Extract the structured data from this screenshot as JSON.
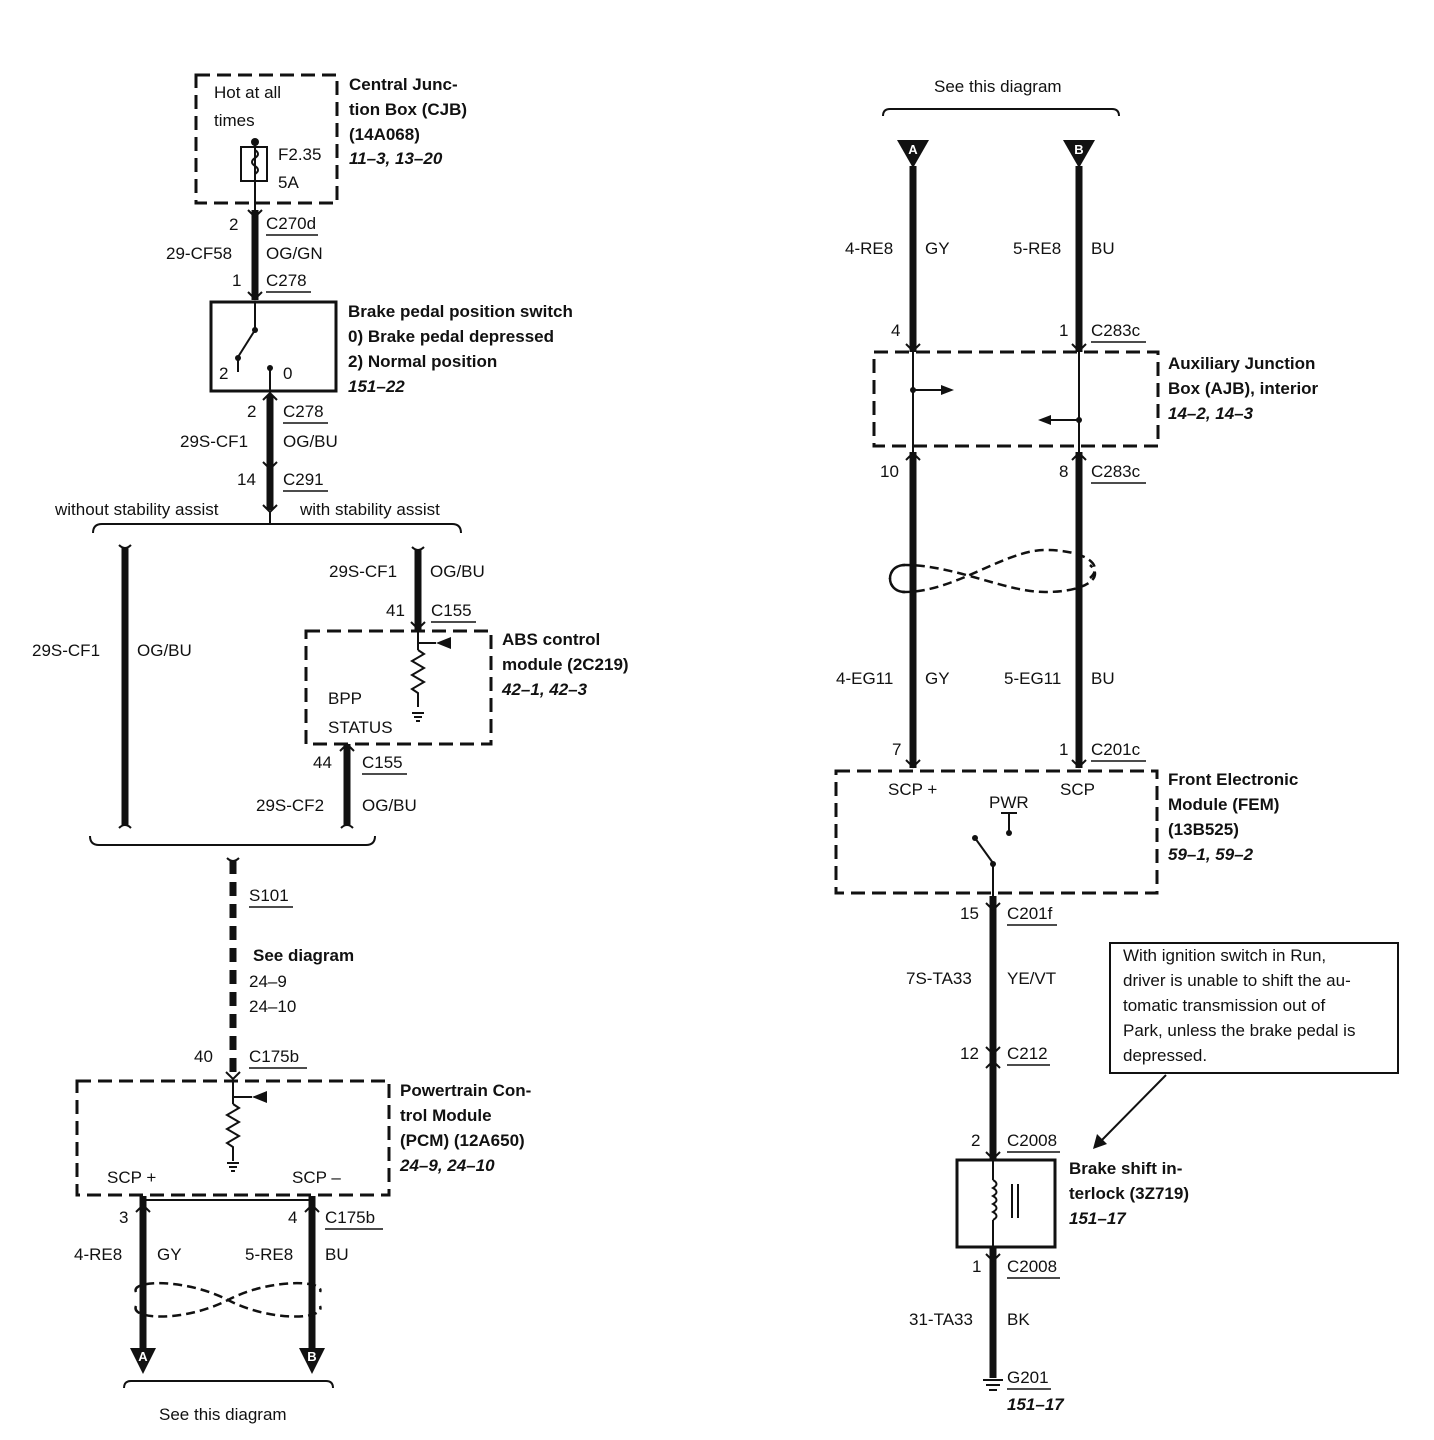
{
  "cjb": {
    "title1": "Central Junc-",
    "title2": "tion Box (CJB)",
    "part": "(14A068)",
    "ref": "11–3, 13–20",
    "hot1": "Hot at all",
    "hot2": "times",
    "fuse": "F2.35",
    "amps": "5A"
  },
  "c270d": {
    "pin": "2",
    "name": "C270d"
  },
  "wire_cf58": {
    "circuit": "29-CF58",
    "color": "OG/GN"
  },
  "c278_top": {
    "pin": "1",
    "name": "C278"
  },
  "bpp_switch": {
    "title": "Brake pedal position switch",
    "state0": "0)   Brake pedal depressed",
    "state2": "2)   Normal position",
    "ref": "151–22",
    "pos2": "2",
    "pos0": "0"
  },
  "c278_bot": {
    "pin": "2",
    "name": "C278"
  },
  "wire_cf1_a": {
    "circuit": "29S-CF1",
    "color": "OG/BU"
  },
  "c291": {
    "pin": "14",
    "name": "C291"
  },
  "branch": {
    "without": "without stability assist",
    "with": "with stability assist"
  },
  "wire_cf1_left": {
    "circuit": "29S-CF1",
    "color": "OG/BU"
  },
  "wire_cf1_right": {
    "circuit": "29S-CF1",
    "color": "OG/BU"
  },
  "c155_top": {
    "pin": "41",
    "name": "C155"
  },
  "abs": {
    "title1": "ABS control",
    "title2": "module (2C219)",
    "ref": "42–1, 42–3",
    "bpp1": "BPP",
    "bpp2": "STATUS"
  },
  "c155_bot": {
    "pin": "44",
    "name": "C155"
  },
  "wire_cf2": {
    "circuit": "29S-CF2",
    "color": "OG/BU"
  },
  "s101": {
    "name": "S101",
    "see": "See diagram",
    "ref1": "24–9",
    "ref2": "24–10"
  },
  "c175b_top": {
    "pin": "40",
    "name": "C175b"
  },
  "pcm": {
    "title1": "Powertrain Con-",
    "title2": "trol Module",
    "title3": "(PCM) (12A650)",
    "ref": "24–9, 24–10",
    "scp_plus": "SCP +",
    "scp_minus": "SCP –"
  },
  "c175b_bot": {
    "pin3": "3",
    "pin4": "4",
    "name": "C175b"
  },
  "wire_re8_left": {
    "a_circuit": "4-RE8",
    "a_color": "GY",
    "b_circuit": "5-RE8",
    "b_color": "BU"
  },
  "bottom_left": {
    "a": "A",
    "b": "B",
    "see": "See this diagram"
  },
  "top_right": {
    "see": "See this diagram",
    "a": "A",
    "b": "B"
  },
  "wire_re8_right": {
    "a_circuit": "4-RE8",
    "a_color": "GY",
    "b_circuit": "5-RE8",
    "b_color": "BU"
  },
  "c283c_top": {
    "pin4": "4",
    "pin1": "1",
    "name": "C283c"
  },
  "ajb": {
    "title1": "Auxiliary Junction",
    "title2": "Box (AJB), interior",
    "ref": "14–2, 14–3"
  },
  "c283c_bot": {
    "pin10": "10",
    "pin8": "8",
    "name": "C283c"
  },
  "wire_eg11": {
    "a_circuit": "4-EG11",
    "a_color": "GY",
    "b_circuit": "5-EG11",
    "b_color": "BU"
  },
  "c201c": {
    "pin7": "7",
    "pin1": "1",
    "name": "C201c"
  },
  "fem": {
    "title1": "Front Electronic",
    "title2": "Module (FEM)",
    "part": "(13B525)",
    "ref": "59–1, 59–2",
    "scp_plus": "SCP +",
    "scp": "SCP",
    "pwr": "PWR"
  },
  "c201f": {
    "pin": "15",
    "name": "C201f"
  },
  "wire_ta33": {
    "circuit": "7S-TA33",
    "color": "YE/VT"
  },
  "c212": {
    "pin": "12",
    "name": "C212"
  },
  "note": {
    "l1": "With ignition switch in Run,",
    "l2": "driver is unable to shift the au-",
    "l3": "tomatic transmission out of",
    "l4": "Park, unless the brake pedal is",
    "l5": "depressed."
  },
  "c2008_top": {
    "pin": "2",
    "name": "C2008"
  },
  "bsi": {
    "title1": "Brake shift in-",
    "title2": "terlock (3Z719)",
    "ref": "151–17"
  },
  "c2008_bot": {
    "pin": "1",
    "name": "C2008"
  },
  "wire_bk": {
    "circuit": "31-TA33",
    "color": "BK"
  },
  "g201": {
    "name": "G201",
    "ref": "151–17"
  }
}
